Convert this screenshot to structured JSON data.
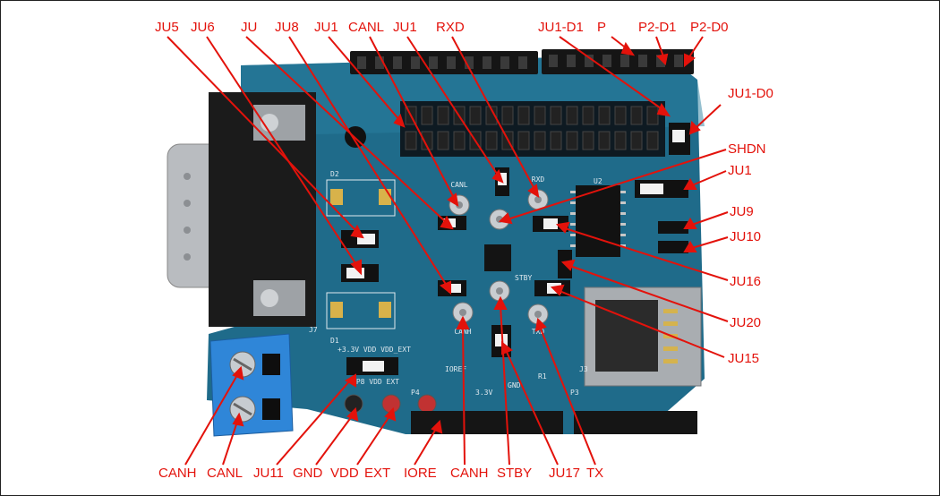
{
  "figure": {
    "subject": "CAN shield board top view with annotated jumpers, headers and test points",
    "callout_color": "#e3120b",
    "board_color": "#1f6b8a",
    "callouts": {
      "ju5": "JU5",
      "ju6": "JU6",
      "ju": "JU",
      "ju8": "JU8",
      "ju1_top": "JU1",
      "canl_top": "CANL",
      "ju1_top2": "JU1",
      "rxd": "RXD",
      "ju1_d1": "JU1-D1",
      "p": "P",
      "p2_d1": "P2-D1",
      "p2_d0": "P2-D0",
      "ju1_d0": "JU1-D0",
      "shdn": "SHDN",
      "ju1_right": "JU1",
      "ju9": "JU9",
      "ju10": "JU10",
      "ju16": "JU16",
      "ju20": "JU20",
      "ju15": "JU15",
      "canh_bottom": "CANH",
      "canl_bottom": "CANL",
      "ju11": "JU11",
      "gnd": "GND",
      "vdd": "VDD",
      "ext": "EXT",
      "iore": "IORE",
      "canh_bottom2": "CANH",
      "stby": "STBY",
      "ju17": "JU17",
      "tx": "TX"
    },
    "silkscreen": {
      "canl": "CANL",
      "rxd": "RXD",
      "canh": "CANH",
      "txd": "TXD",
      "stby": "STBY",
      "supply_select": "+3.3V VDD VDD_EXT",
      "tp_labels": "TP8 VDD EXT",
      "u2": "U2",
      "j3": "J3",
      "ioref": "IOREF",
      "v33": "3.3V",
      "gnd": "GND",
      "p3": "P3",
      "p4": "P4",
      "d1": "D1",
      "d2": "D2",
      "j7": "J7",
      "r1": "R1"
    }
  }
}
